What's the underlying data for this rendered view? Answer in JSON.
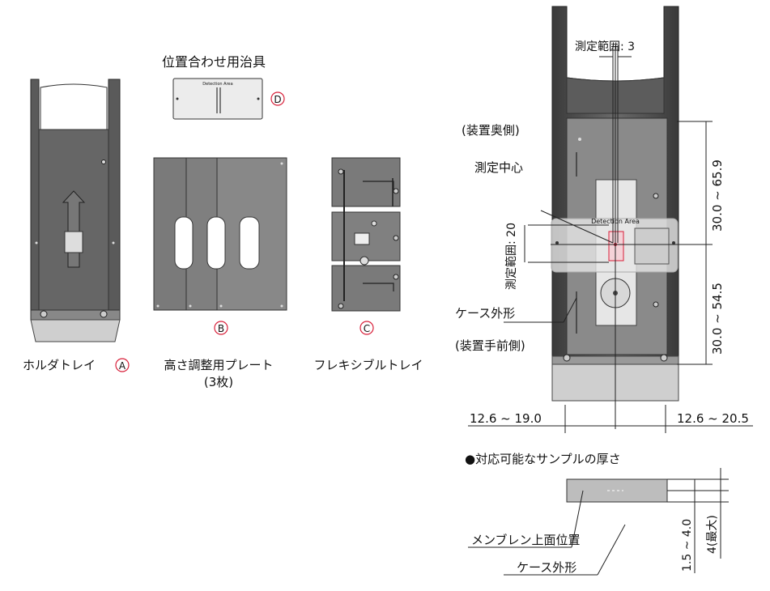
{
  "labels": {
    "jig_title": "位置合わせ用治具",
    "jig_plate_text": "Detection Area",
    "marker_d": "D",
    "holder_tray": "ホルダトレイ",
    "marker_a": "A",
    "height_plate_line1": "高さ調整用プレート",
    "height_plate_line2": "(3枚)",
    "marker_b": "B",
    "flexible_tray": "フレキシブルトレイ",
    "marker_c": "C",
    "measure_range_3": "測定範囲: 3",
    "device_back": "(装置奥側)",
    "measure_center": "測定中心",
    "measure_range_20": "測定範囲: 20",
    "detection_area": "Detection Area",
    "case_outline": "ケース外形",
    "device_front": "(装置手前側)",
    "dim_upper": "30.0 ~ 65.9",
    "dim_lower": "30.0 ~ 54.5",
    "dim_left": "12.6 ~ 19.0",
    "dim_right": "12.6 ~ 20.5",
    "sample_thickness_title": "●対応可能なサンプルの厚さ",
    "membrane_top": "メンブレン上面位置",
    "case_outline_2": "ケース外形",
    "dim_thickness": "1.5 ~ 4.0",
    "dim_max": "4(最大)"
  },
  "colors": {
    "marker_red": "#d8203a",
    "tray_dark": "#4a4a4a",
    "plate_gray": "#888888",
    "detection_fill": "#e6e6e6"
  }
}
